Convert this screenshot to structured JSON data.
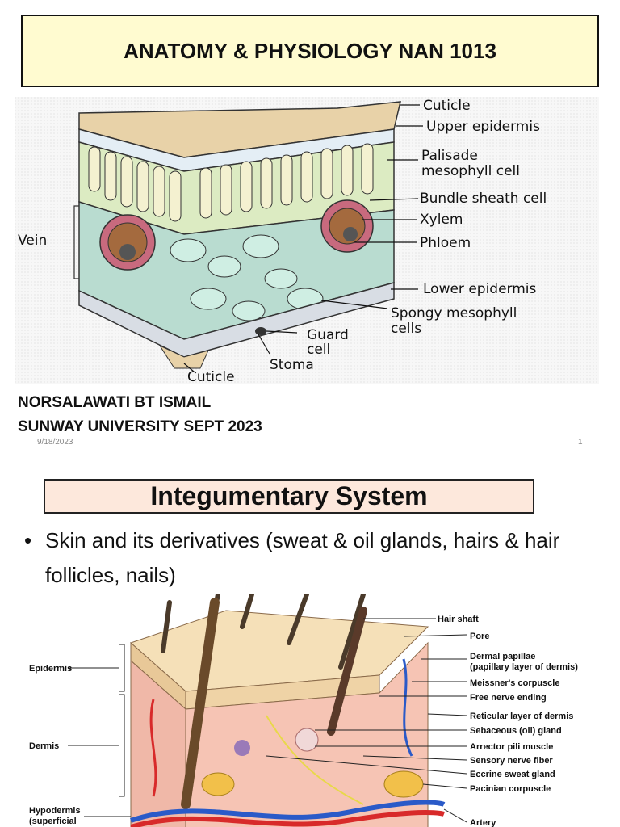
{
  "slide1": {
    "title": "ANATOMY & PHYSIOLOGY NAN 1013",
    "leaf_labels": {
      "cuticle_top": "Cuticle",
      "upper_epidermis": "Upper epidermis",
      "palisade_1": "Palisade",
      "palisade_2": "mesophyll cell",
      "bundle_sheath": "Bundle sheath cell",
      "xylem": "Xylem",
      "phloem": "Phloem",
      "vein": "Vein",
      "lower_epidermis": "Lower epidermis",
      "spongy_1": "Spongy mesophyll",
      "spongy_2": "cells",
      "guard_1": "Guard",
      "guard_2": "cell",
      "stoma": "Stoma",
      "cuticle_bottom": "Cuticle"
    },
    "author": "NORSALAWATI BT ISMAIL",
    "institution": "SUNWAY UNIVERSITY SEPT 2023",
    "date": "9/18/2023",
    "page_number": "1"
  },
  "slide2": {
    "title": "Integumentary System",
    "bullet": "Skin and its derivatives (sweat & oil glands, hairs & hair follicles, nails)",
    "skin_labels": {
      "hair_shaft": "Hair shaft",
      "pore": "Pore",
      "dermal_papillae_1": "Dermal papillae",
      "dermal_papillae_2": "(papillary layer of dermis)",
      "meissner": "Meissner's corpuscle",
      "free_nerve": "Free nerve ending",
      "reticular": "Reticular layer of dermis",
      "sebaceous": "Sebaceous (oil) gland",
      "arrector": "Arrector pili muscle",
      "sensory": "Sensory nerve fiber",
      "eccrine": "Eccrine sweat gland",
      "pacinian": "Pacinian corpuscle",
      "artery": "Artery",
      "epidermis": "Epidermis",
      "dermis": "Dermis",
      "hypodermis_1": "Hypodermis",
      "hypodermis_2": "(superficial"
    }
  }
}
